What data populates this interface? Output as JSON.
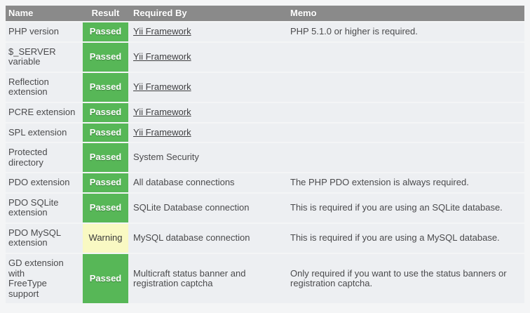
{
  "colors": {
    "page_bg": "#f4f5f6",
    "row_bg": "#edeff2",
    "header_bg": "#8a8a8a",
    "passed_bg": "#57b757",
    "warning_bg": "#f9f9c3"
  },
  "table": {
    "columns": [
      "Name",
      "Result",
      "Required By",
      "Memo"
    ],
    "rows": [
      {
        "name": "PHP version",
        "result": "Passed",
        "status": "passed",
        "required_by": "Yii Framework",
        "required_by_is_link": true,
        "memo": "PHP 5.1.0 or higher is required."
      },
      {
        "name": "$_SERVER\nvariable",
        "result": "Passed",
        "status": "passed",
        "required_by": "Yii Framework",
        "required_by_is_link": true,
        "memo": ""
      },
      {
        "name": "Reflection\nextension",
        "result": "Passed",
        "status": "passed",
        "required_by": "Yii Framework",
        "required_by_is_link": true,
        "memo": ""
      },
      {
        "name": "PCRE extension",
        "result": "Passed",
        "status": "passed",
        "required_by": "Yii Framework",
        "required_by_is_link": true,
        "memo": ""
      },
      {
        "name": "SPL extension",
        "result": "Passed",
        "status": "passed",
        "required_by": "Yii Framework",
        "required_by_is_link": true,
        "memo": ""
      },
      {
        "name": "Protected\ndirectory",
        "result": "Passed",
        "status": "passed",
        "required_by": "System Security",
        "required_by_is_link": false,
        "memo": ""
      },
      {
        "name": "PDO extension",
        "result": "Passed",
        "status": "passed",
        "required_by": "All database connections",
        "required_by_is_link": false,
        "memo": "The PHP PDO extension is always required."
      },
      {
        "name": "PDO SQLite\nextension",
        "result": "Passed",
        "status": "passed",
        "required_by": "SQLite Database connection",
        "required_by_is_link": false,
        "memo": "This is required if you are using an SQLite database."
      },
      {
        "name": "PDO MySQL\nextension",
        "result": "Warning",
        "status": "warning",
        "required_by": "MySQL database connection",
        "required_by_is_link": false,
        "memo": "This is required if you are using a MySQL database."
      },
      {
        "name": "GD extension\nwith\nFreeType\nsupport",
        "result": "Passed",
        "status": "passed",
        "required_by": "Multicraft status banner and\nregistration captcha",
        "required_by_is_link": false,
        "memo": "Only required if you want to use the status banners or\nregistration captcha."
      }
    ]
  }
}
